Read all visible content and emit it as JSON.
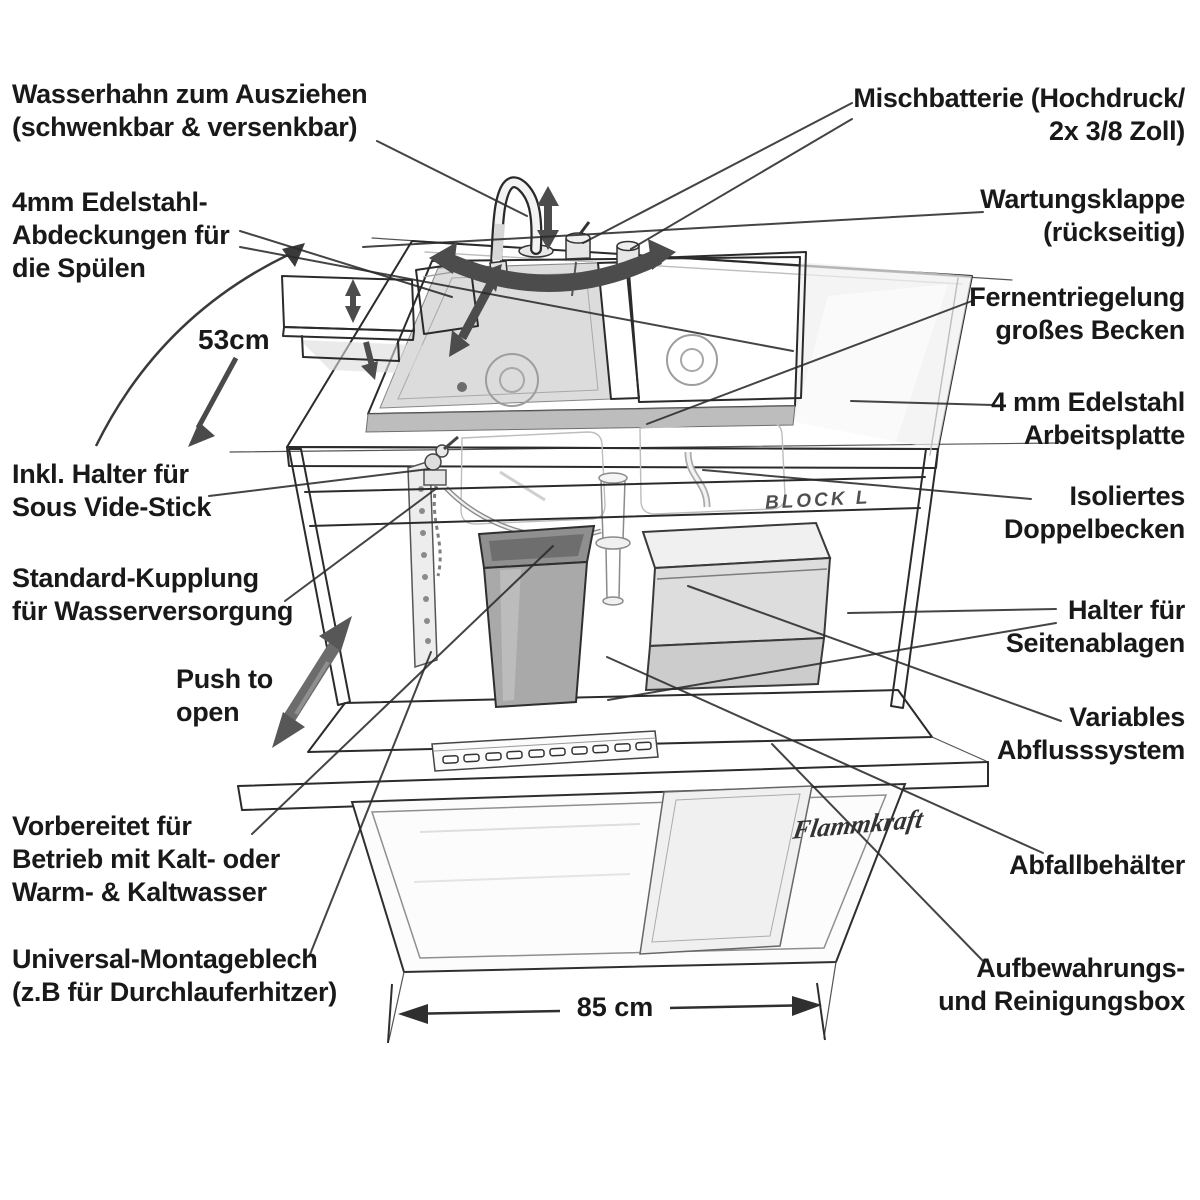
{
  "diagram": {
    "title_hint": "sink module technical sketch",
    "product_script_logo": "Flammkraft",
    "product_plate_logo": "BLOCK L"
  },
  "labels_left": [
    {
      "text": "Wasserhahn zum Ausziehen\n(schwenkbar & versenkbar)"
    },
    {
      "text": "4mm Edelstahl-\nAbdeckungen für\ndie Spülen"
    },
    {
      "text": "Inkl. Halter für\nSous Vide-Stick"
    },
    {
      "text": "Standard-Kupplung\nfür Wasserversorgung"
    },
    {
      "text": "Vorbereitet für\nBetrieb mit Kalt- oder\nWarm- & Kaltwasser"
    },
    {
      "text": "Universal-Montageblech\n(z.B für Durchlauferhitzer)"
    }
  ],
  "labels_right": [
    {
      "text": "Mischbatterie (Hochdruck/\n2x 3/8 Zoll)"
    },
    {
      "text": "Wartungsklappe\n(rückseitig)"
    },
    {
      "text": "Fernentriegelung\ngroßes Becken"
    },
    {
      "text": "4 mm Edelstahl\nArbeitsplatte"
    },
    {
      "text": "Isoliertes\nDoppelbecken"
    },
    {
      "text": "Halter für\nSeitenablagen"
    },
    {
      "text": "Variables\nAbflusssystem"
    },
    {
      "text": "Abfallbehälter"
    },
    {
      "text": "Aufbewahrungs-\nund Reinigungsbox"
    }
  ],
  "annotations": {
    "swing_radius": "53cm",
    "width": "85 cm",
    "push_to_open": "Push to\nopen"
  }
}
